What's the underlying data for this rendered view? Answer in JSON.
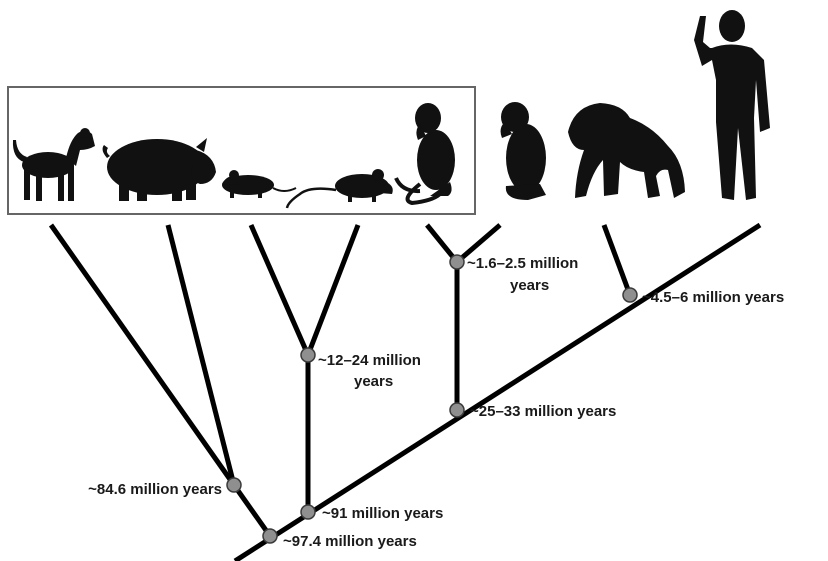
{
  "diagram": {
    "type": "phylogenetic-tree",
    "taxa": [
      {
        "id": "dog",
        "icon": "dog-silhouette-icon"
      },
      {
        "id": "pig",
        "icon": "pig-silhouette-icon"
      },
      {
        "id": "mouse",
        "icon": "mouse-silhouette-icon"
      },
      {
        "id": "rat",
        "icon": "rat-silhouette-icon"
      },
      {
        "id": "macaque",
        "icon": "macaque-silhouette-icon"
      },
      {
        "id": "small-monkey",
        "icon": "small-monkey-silhouette-icon"
      },
      {
        "id": "chimpanzee",
        "icon": "chimpanzee-silhouette-icon"
      },
      {
        "id": "human",
        "icon": "human-silhouette-icon"
      }
    ],
    "boxed_group": [
      "dog",
      "pig",
      "mouse",
      "rat",
      "macaque"
    ],
    "nodes": {
      "n97_4": {
        "line1": "~97.4 million years"
      },
      "n91": {
        "line1": "~91 million years"
      },
      "n84_6": {
        "line1": "~84.6 million years"
      },
      "n12_24": {
        "line1": "~12–24 million",
        "line2": "years"
      },
      "n25_33": {
        "line1": "~25–33 million years"
      },
      "n1_6": {
        "line1": "~1.6–2.5 million",
        "line2": "years"
      },
      "n4_5": {
        "line1": "~4.5–6 million years"
      }
    },
    "colors": {
      "branch": "#000000",
      "node_fill": "#8f8f8f",
      "silhouette": "#111111",
      "box_border": "#666666"
    }
  }
}
